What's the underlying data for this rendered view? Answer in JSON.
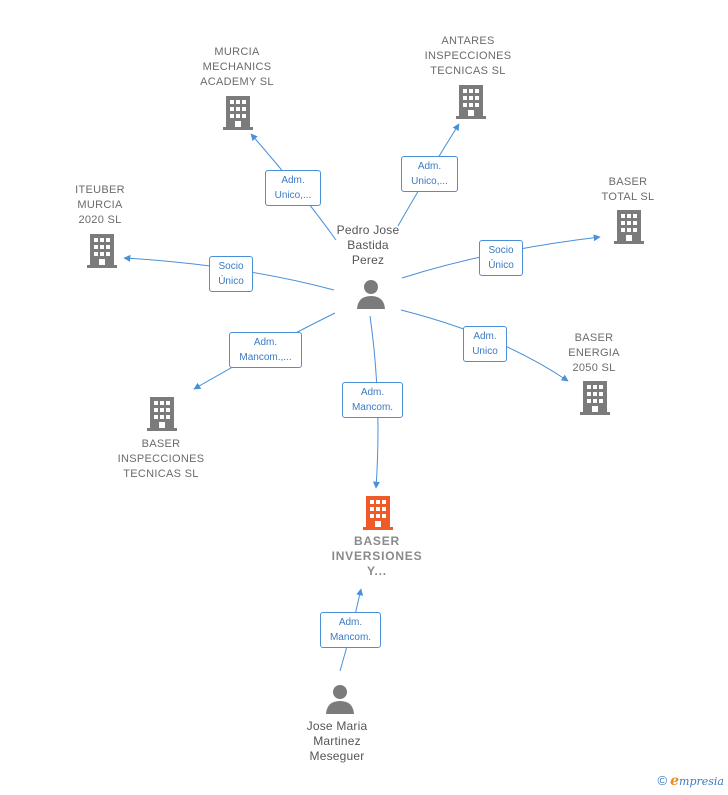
{
  "colors": {
    "edge": "#4a90d9",
    "building": "#7b7b7b",
    "focus_building": "#f05a28",
    "person": "#7b7b7b"
  },
  "nodes": {
    "murcia": {
      "lines": [
        "MURCIA",
        "MECHANICS",
        "ACADEMY  SL"
      ],
      "icon": "building-icon"
    },
    "antares": {
      "lines": [
        "ANTARES",
        "INSPECCIONES",
        "TECNICAS  SL"
      ],
      "icon": "building-icon"
    },
    "iteuber": {
      "lines": [
        "ITEUBER",
        "MURCIA",
        "2020  SL"
      ],
      "icon": "building-icon"
    },
    "baser_total": {
      "lines": [
        "BASER",
        "TOTAL  SL"
      ],
      "icon": "building-icon"
    },
    "baser_energia": {
      "lines": [
        "BASER",
        "ENERGIA",
        "2050  SL"
      ],
      "icon": "building-icon"
    },
    "baser_inspecciones": {
      "lines": [
        "BASER",
        "INSPECCIONES",
        "TECNICAS  SL"
      ],
      "icon": "building-icon"
    },
    "baser_inversiones": {
      "lines": [
        "BASER",
        "INVERSIONES",
        "Y..."
      ],
      "icon": "building-icon"
    },
    "pedro": {
      "lines": [
        "Pedro Jose",
        "Bastida",
        "Perez"
      ],
      "icon": "person-icon"
    },
    "jose": {
      "lines": [
        "Jose Maria",
        "Martinez",
        "Meseguer"
      ],
      "icon": "person-icon"
    }
  },
  "edges": {
    "murcia": {
      "lines": [
        "Adm.",
        "Unico,..."
      ]
    },
    "antares": {
      "lines": [
        "Adm.",
        "Unico,..."
      ]
    },
    "iteuber": {
      "lines": [
        "Socio",
        "Único"
      ]
    },
    "baser_total": {
      "lines": [
        "Socio",
        "Único"
      ]
    },
    "baser_energia": {
      "lines": [
        "Adm.",
        "Unico"
      ]
    },
    "baser_inspecciones": {
      "lines": [
        "Adm.",
        "Mancom.,..."
      ]
    },
    "baser_inversiones": {
      "lines": [
        "Adm.",
        "Mancom."
      ]
    },
    "jose_inversiones": {
      "lines": [
        "Adm.",
        "Mancom."
      ]
    }
  },
  "footer": {
    "copyright": "©",
    "brand_initial": "e",
    "brand_rest": "mpresia"
  }
}
